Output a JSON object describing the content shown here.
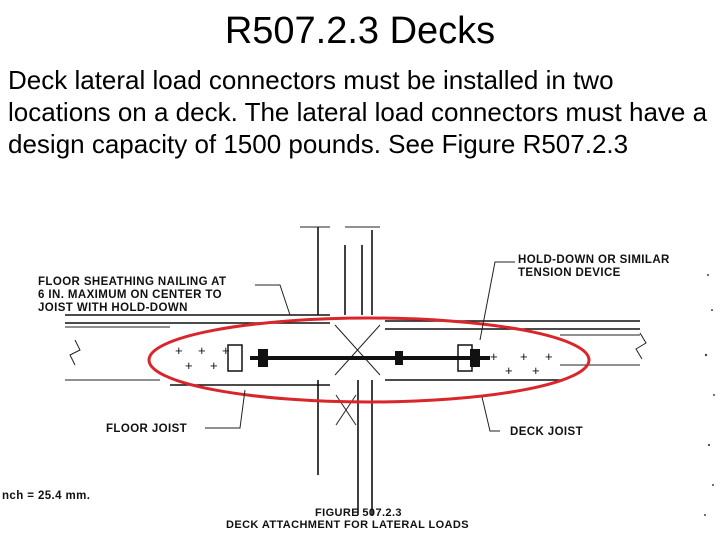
{
  "slide": {
    "title": "R507.2.3 Decks",
    "body": "Deck lateral load connectors must be installed in two locations on a deck. The lateral load connectors must have a design capacity of 1500 pounds.  See Figure R507.2.3"
  },
  "figure": {
    "labels": {
      "sheathing_line1": "FLOOR SHEATHING NAILING AT",
      "sheathing_line2": "6 IN. MAXIMUM ON CENTER TO",
      "sheathing_line3": "JOIST WITH HOLD-DOWN",
      "holddown_line1": "HOLD-DOWN OR SIMILAR",
      "holddown_line2": "TENSION DEVICE",
      "floor_joist": "FLOOR JOIST",
      "deck_joist": "DECK JOIST",
      "conversion": "nch = 25.4 mm."
    },
    "caption_number": "FIGURE 507.2.3",
    "caption_title": "DECK ATTACHMENT FOR LATERAL LOADS",
    "highlight_color": "#d9262a"
  }
}
